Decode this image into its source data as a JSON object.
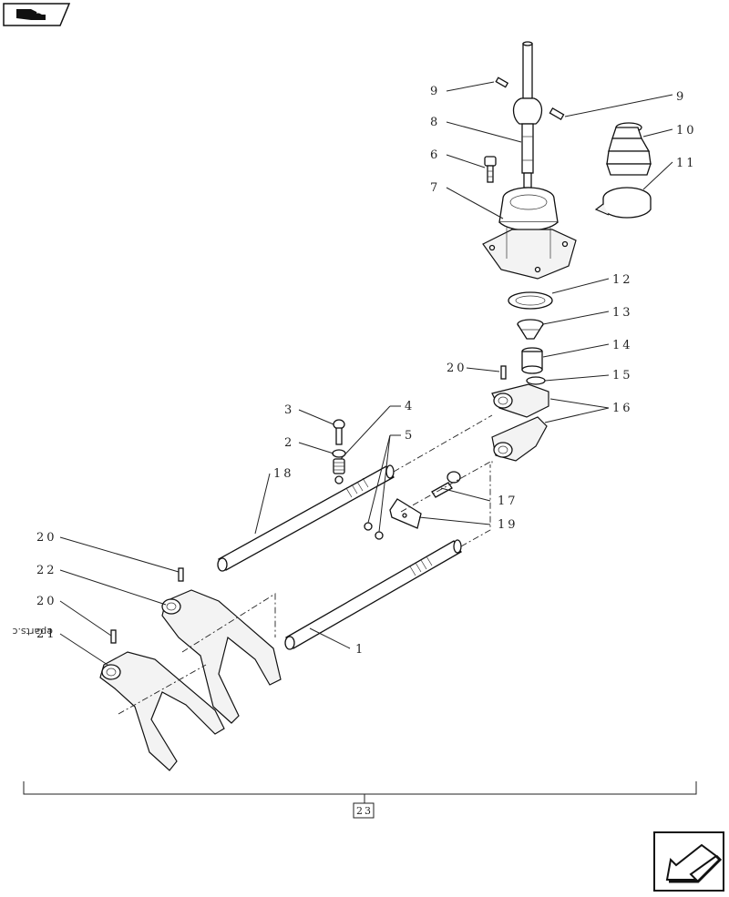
{
  "diagram": {
    "callouts": [
      {
        "id": "c9a",
        "text": "9"
      },
      {
        "id": "c9b",
        "text": "9"
      },
      {
        "id": "c8",
        "text": "8"
      },
      {
        "id": "c10",
        "text": "10"
      },
      {
        "id": "c6",
        "text": "6"
      },
      {
        "id": "c11",
        "text": "11"
      },
      {
        "id": "c7",
        "text": "7"
      },
      {
        "id": "c12",
        "text": "12"
      },
      {
        "id": "c13",
        "text": "13"
      },
      {
        "id": "c14",
        "text": "14"
      },
      {
        "id": "c20a",
        "text": "20"
      },
      {
        "id": "c15",
        "text": "15"
      },
      {
        "id": "c16",
        "text": "16"
      },
      {
        "id": "c3",
        "text": "3"
      },
      {
        "id": "c4",
        "text": "4"
      },
      {
        "id": "c5",
        "text": "5"
      },
      {
        "id": "c2",
        "text": "2"
      },
      {
        "id": "c18",
        "text": "18"
      },
      {
        "id": "c17",
        "text": "17"
      },
      {
        "id": "c19",
        "text": "19"
      },
      {
        "id": "c20b",
        "text": "20"
      },
      {
        "id": "c22",
        "text": "22"
      },
      {
        "id": "c20c",
        "text": "20"
      },
      {
        "id": "c21",
        "text": "21"
      },
      {
        "id": "c1",
        "text": "1"
      }
    ],
    "assembly_label": "23",
    "watermark": "eparts.c"
  },
  "icons": {
    "top_left": "book-hand-icon",
    "bottom_right": "navigation-arrow-icon"
  }
}
